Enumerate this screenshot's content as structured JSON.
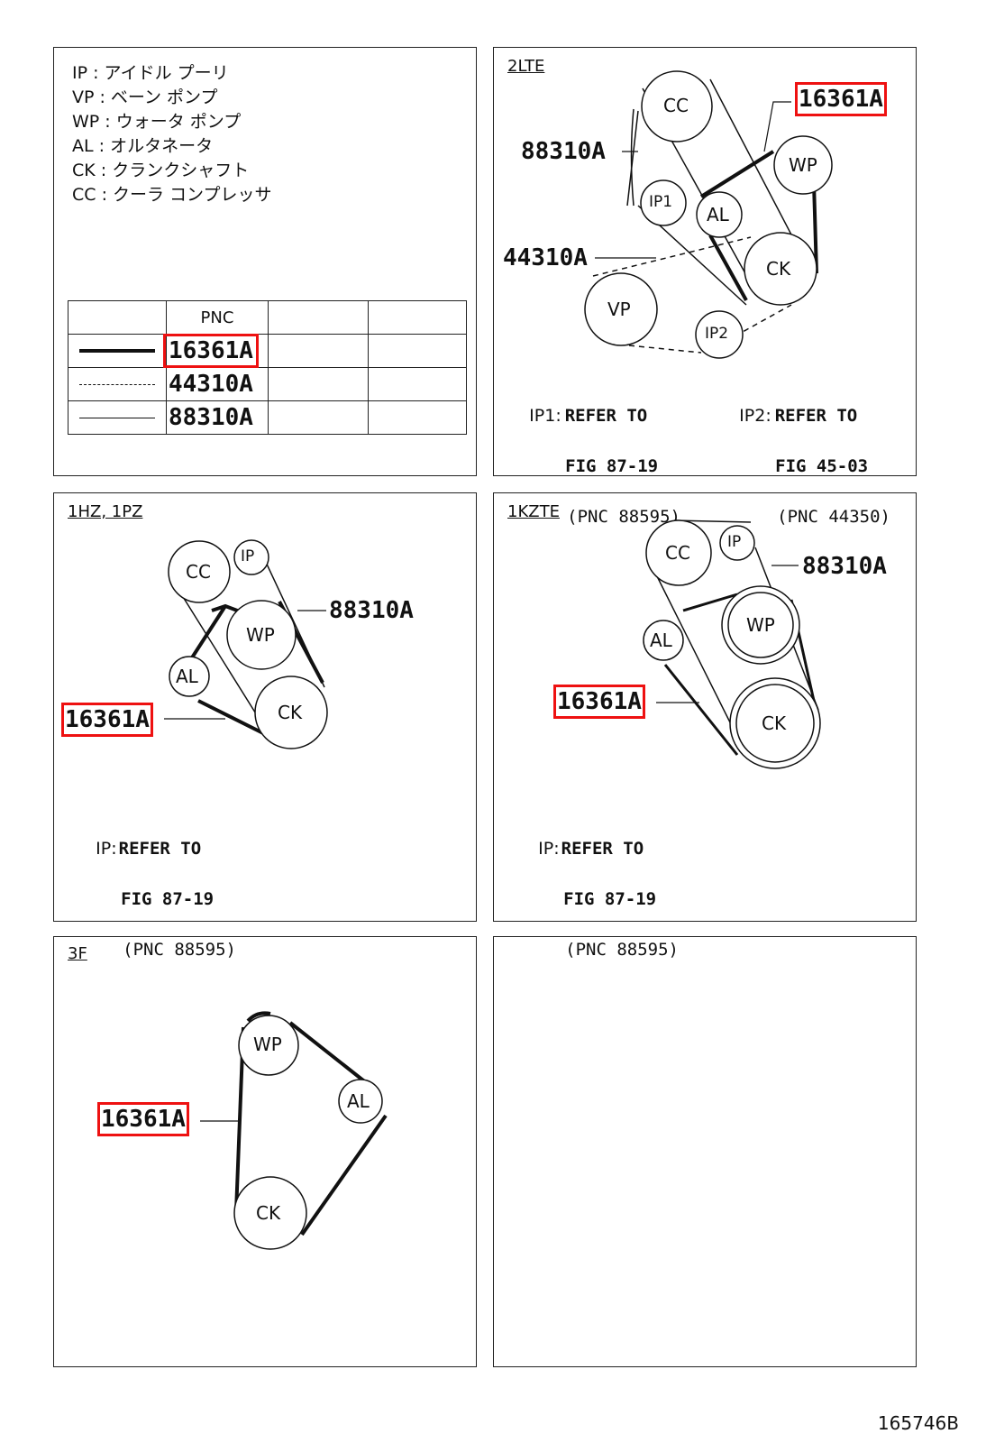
{
  "legend": {
    "lines": [
      "IP : アイドル プーリ",
      "VP : ベーン ポンプ",
      "WP : ウォータ ポンプ",
      "AL : オルタネータ",
      "CK : クランクシャフト",
      "CC : クーラ コンプレッサ"
    ],
    "table_header": "PNC",
    "rows": [
      "16361A",
      "44310A",
      "88310A"
    ]
  },
  "panel_2lte": {
    "engine": "2LTE",
    "pulleys": {
      "cc": "CC",
      "wp": "WP",
      "ip1": "IP1",
      "al": "AL",
      "ck": "CK",
      "vp": "VP",
      "ip2": "IP2"
    },
    "callouts": {
      "c16361": "16361A",
      "c88310": "88310A",
      "c44310": "44310A"
    },
    "note1": {
      "key": "IP1:",
      "line1": "REFER TO",
      "line2": "FIG 87-19",
      "line3": "(PNC 88595)"
    },
    "note2": {
      "key": "IP2:",
      "line1": "REFER TO",
      "line2": "FIG 45-03",
      "line3": "(PNC 44350)"
    }
  },
  "panel_1hz": {
    "engine": "1HZ, 1PZ",
    "pulleys": {
      "cc": "CC",
      "ip": "IP",
      "wp": "WP",
      "al": "AL",
      "ck": "CK"
    },
    "callouts": {
      "c88310": "88310A",
      "c16361": "16361A"
    },
    "note": {
      "key": "IP:",
      "line1": "REFER TO",
      "line2": "FIG 87-19",
      "line3": "(PNC 88595)"
    }
  },
  "panel_1kzte": {
    "engine": "1KZTE",
    "pulleys": {
      "cc": "CC",
      "ip": "IP",
      "wp": "WP",
      "al": "AL",
      "ck": "CK"
    },
    "callouts": {
      "c88310": "88310A",
      "c16361": "16361A"
    },
    "note": {
      "key": "IP:",
      "line1": "REFER TO",
      "line2": "FIG 87-19",
      "line3": "(PNC 88595)"
    }
  },
  "panel_3f": {
    "engine": "3F",
    "pulleys": {
      "wp": "WP",
      "al": "AL",
      "ck": "CK"
    },
    "callouts": {
      "c16361": "16361A"
    }
  },
  "footer": "165746B",
  "colors": {
    "highlight": "#e11111",
    "ink": "#111111"
  }
}
